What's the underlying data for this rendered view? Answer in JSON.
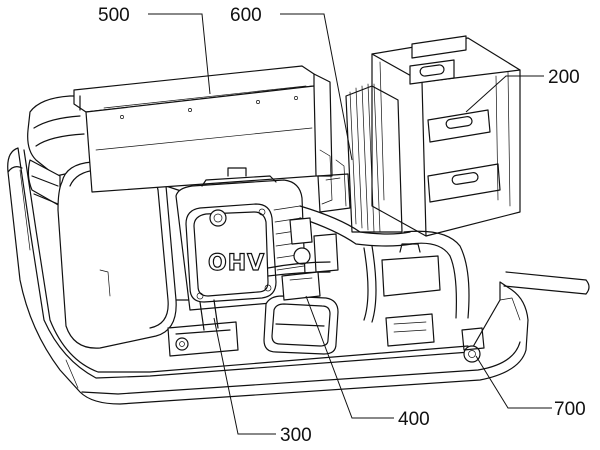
{
  "labels": {
    "l500": "500",
    "l600": "600",
    "l200": "200",
    "l300": "300",
    "l400": "400",
    "l700": "700"
  },
  "engine_logo": "OHV",
  "colors": {
    "line": "#111111",
    "background": "#ffffff"
  }
}
